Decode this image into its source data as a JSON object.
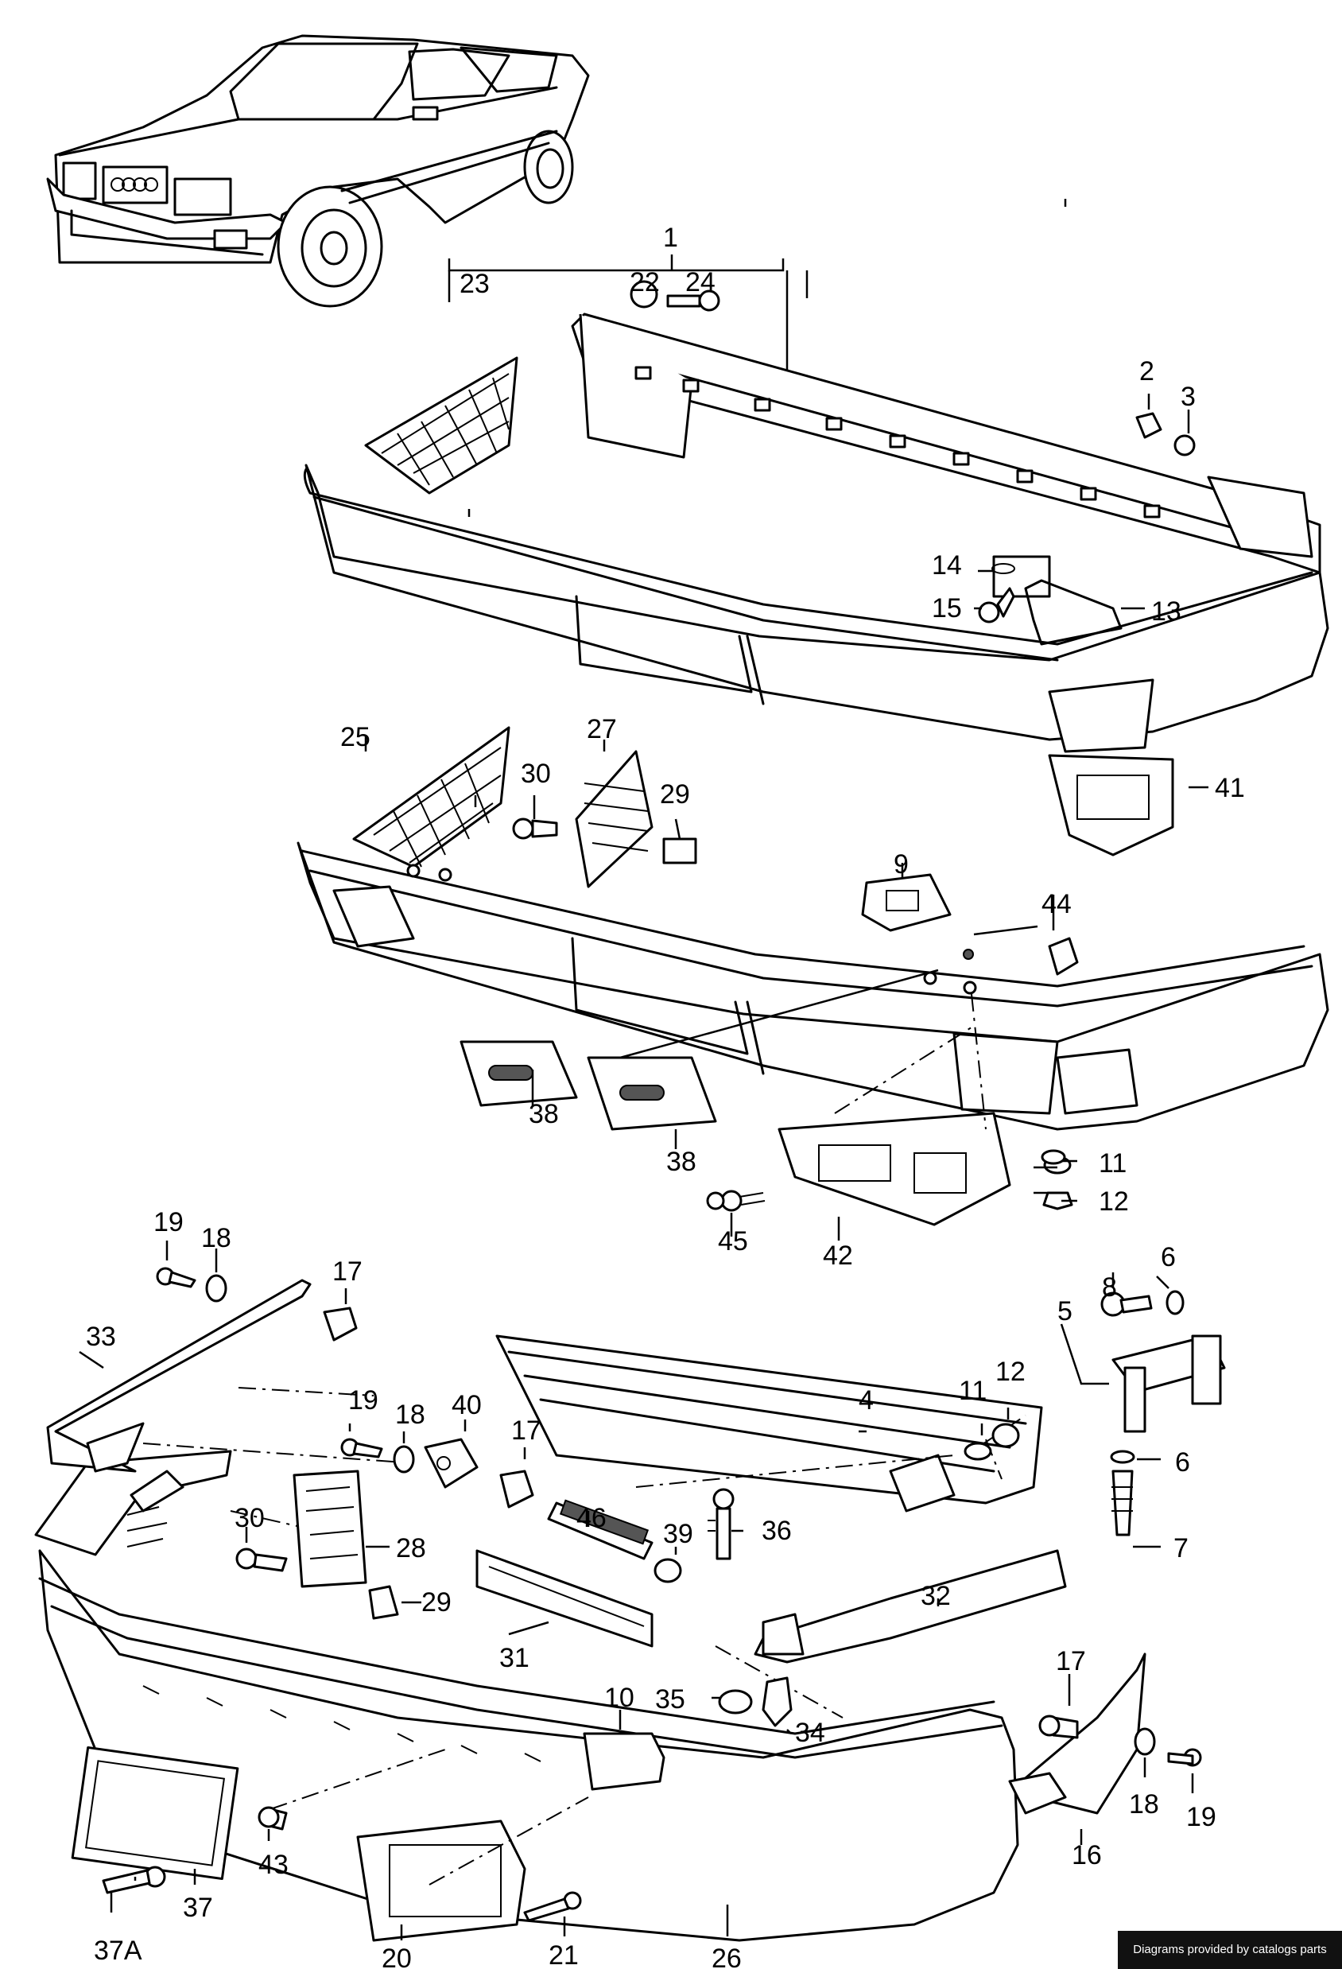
{
  "credit": "Diagrams provided by catalogs parts",
  "labels": {
    "l1": "1",
    "l2": "2",
    "l3": "3",
    "l4": "4",
    "l5": "5",
    "l6a": "6",
    "l6b": "6",
    "l7": "7",
    "l8": "8",
    "l9": "9",
    "l10": "10",
    "l11a": "11",
    "l11b": "11",
    "l12a": "12",
    "l12b": "12",
    "l13": "13",
    "l14": "14",
    "l15": "15",
    "l16": "16",
    "l17a": "17",
    "l17b": "17",
    "l17c": "17",
    "l18a": "18",
    "l18b": "18",
    "l18c": "18",
    "l19a": "19",
    "l19b": "19",
    "l19c": "19",
    "l20": "20",
    "l21": "21",
    "l22": "22",
    "l23": "23",
    "l24": "24",
    "l25": "25",
    "l26": "26",
    "l27": "27",
    "l28": "28",
    "l29a": "29",
    "l29b": "29",
    "l30a": "30",
    "l30b": "30",
    "l31": "31",
    "l32": "32",
    "l33": "33",
    "l34": "34",
    "l35": "35",
    "l36": "36",
    "l37": "37",
    "l37A": "37A",
    "l38a": "38",
    "l38b": "38",
    "l39": "39",
    "l40": "40",
    "l41": "41",
    "l42": "42",
    "l43": "43",
    "l44": "44",
    "l45": "45",
    "l46": "46"
  }
}
